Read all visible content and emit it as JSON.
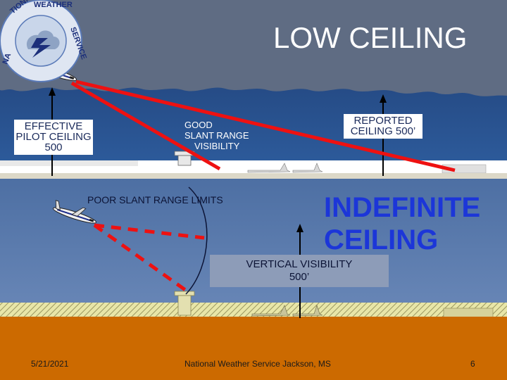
{
  "title": "LOW CEILING",
  "logo": {
    "text": "NATIONAL WEATHER SERVICE"
  },
  "upper_panel": {
    "effective_ceiling_label": "EFFECTIVE PILOT CEILING 500",
    "good_slant": {
      "line1": "GOOD",
      "line2": "SLANT RANGE",
      "line3": "VISIBILITY"
    },
    "reported_ceiling_label": "REPORTED CEILING 500’"
  },
  "lower_panel": {
    "poor_slant_label": "POOR SLANT RANGE LIMITS",
    "indefinite": {
      "line1": "INDEFINITE",
      "line2": "CEILING"
    },
    "vertical_visibility": {
      "line1": "VERTICAL VISIBILITY",
      "line2": "500’"
    }
  },
  "footer": {
    "date": "5/21/2021",
    "org": "National Weather Service Jackson, MS",
    "page": "6"
  },
  "colors": {
    "sky_top": "#1f3e72",
    "sky_bottom": "#2c5a9a",
    "cloud": "#5f6c83",
    "ground": "#cc6a00",
    "red_line": "#ee1111",
    "indefinite_text": "#1c36d8"
  }
}
